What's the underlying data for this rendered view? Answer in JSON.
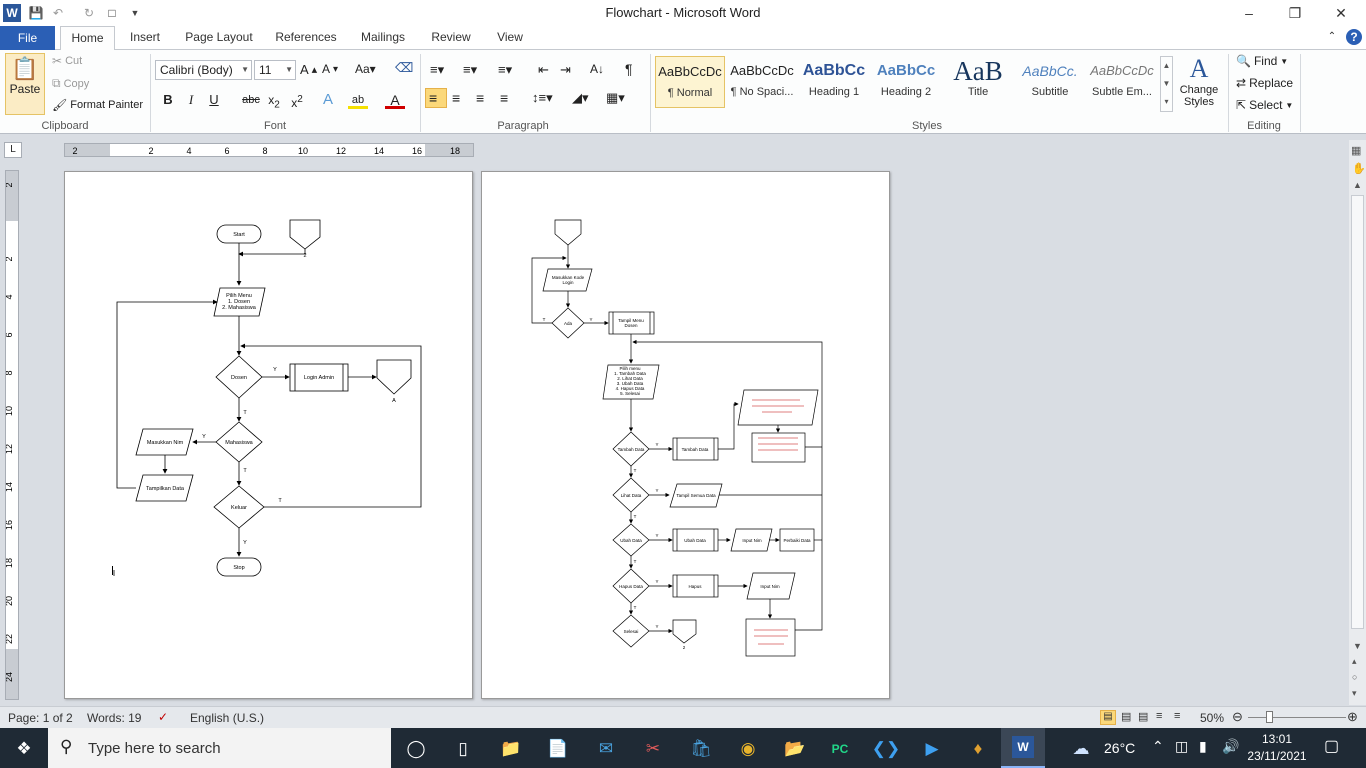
{
  "window": {
    "title": "Flowchart - Microsoft Word"
  },
  "tabs": [
    "File",
    "Home",
    "Insert",
    "Page Layout",
    "References",
    "Mailings",
    "Review",
    "View"
  ],
  "clipboard": {
    "paste": "Paste",
    "cut": "Cut",
    "copy": "Copy",
    "format_painter": "Format Painter",
    "group": "Clipboard"
  },
  "font": {
    "name": "Calibri (Body)",
    "size": "11",
    "group": "Font"
  },
  "paragraph": {
    "group": "Paragraph"
  },
  "styles": {
    "group": "Styles",
    "items": [
      {
        "preview": "AaBbCcDc",
        "name": "¶ Normal"
      },
      {
        "preview": "AaBbCcDc",
        "name": "¶ No Spaci..."
      },
      {
        "preview": "AaBbCc",
        "name": "Heading 1"
      },
      {
        "preview": "AaBbCc",
        "name": "Heading 2"
      },
      {
        "preview": "AaB",
        "name": "Title"
      },
      {
        "preview": "AaBbCc.",
        "name": "Subtitle"
      },
      {
        "preview": "AaBbCcDc",
        "name": "Subtle Em..."
      }
    ],
    "change_styles": "Change Styles"
  },
  "editing": {
    "group": "Editing",
    "find": "Find",
    "replace": "Replace",
    "select": "Select"
  },
  "ruler": {
    "h_ticks": [
      "2",
      "2",
      "4",
      "6",
      "8",
      "10",
      "12",
      "14",
      "16",
      "18"
    ],
    "v_ticks": [
      "2",
      "2",
      "4",
      "6",
      "8",
      "10",
      "12",
      "14",
      "16",
      "18",
      "20",
      "22",
      "24"
    ]
  },
  "page1": {
    "start": "Start",
    "connector_label": "2",
    "menu": [
      "Pilih Menu",
      "1. Dosen",
      "2. Mahasiswa"
    ],
    "dosen": "Dosen",
    "login_admin": "Login Admin",
    "connector_a": "A",
    "mahasiswa": "Mahasiswa",
    "masukkan_nim": "Masukkan Nim",
    "tampilkan_data": "Tampilkan Data",
    "keluar": "Keluar",
    "stop": "Stop",
    "y": "Y",
    "t": "T"
  },
  "page2": {
    "masukkan_kode": [
      "Masukkan Kode",
      "Login"
    ],
    "ada": "Ada",
    "tampil_menu": [
      "Tampil Menu",
      "Dosen"
    ],
    "menu": [
      "Pilih menu",
      "1. Tambah Data",
      "2. Lihat Data",
      "3. Ubah Data",
      "4. Hapus Data",
      "5. Selesai"
    ],
    "tambah": "Tambah Data",
    "tambah_box": "Tambah Data",
    "lihat": "Lihat Data",
    "tampil_semua": "Tampil Semua Data",
    "ubah": "Ubah Data",
    "ubah_box": "Ubah Data",
    "input_nim": "Input Nim",
    "perbaiki": "Perbaiki Data",
    "hapus": "Hapus Data",
    "hapus_box": "Hapus",
    "input_nim2": "Input Nim",
    "selesai": "Selesai",
    "connector_2": "2",
    "y": "Y",
    "t": "T"
  },
  "status": {
    "page": "Page: 1 of 2",
    "words": "Words: 19",
    "language": "English (U.S.)",
    "zoom": "50%"
  },
  "taskbar": {
    "search_placeholder": "Type here to search",
    "weather": "26°C",
    "time": "13:01",
    "date": "23/11/2021"
  }
}
